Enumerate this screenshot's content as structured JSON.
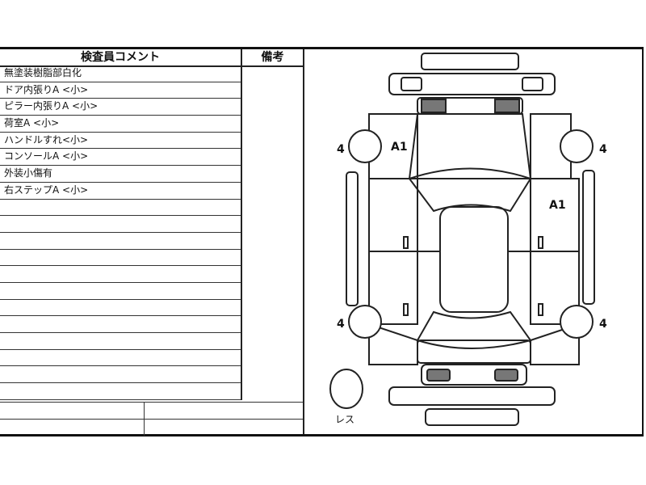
{
  "comments_header": "検査員コメント",
  "remarks_header": "備考",
  "comments": [
    "無塗装樹脂部白化",
    "ドア内張りA <小>",
    "ピラー内張りA <小>",
    "荷室A <小>",
    "ハンドルすれ<小>",
    "コンソールA <小>",
    "外装小傷有",
    "右ステップA <小>",
    "",
    "",
    "",
    "",
    "",
    "",
    "",
    "",
    "",
    "",
    "",
    ""
  ],
  "diagram": {
    "tire_front_left": "4",
    "tire_front_right": "4",
    "tire_rear_left": "4",
    "tire_rear_right": "4",
    "mark_front_left": "A1",
    "mark_right_side": "A1",
    "spare_tire": "レス"
  }
}
